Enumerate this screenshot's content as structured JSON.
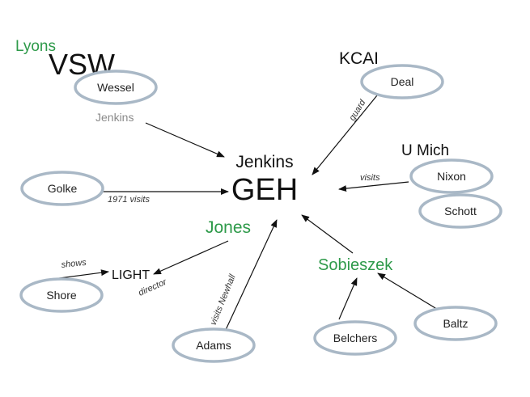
{
  "colors": {
    "green": "#2e9a4a",
    "gray": "#8a8a8a",
    "ellipse_stroke": "#a9b8c6",
    "edge": "#111111"
  },
  "center": {
    "name": "Jenkins",
    "org": "GEH"
  },
  "groups": {
    "lyons": "Lyons",
    "vsw": "VSW",
    "kcai": "KCAI",
    "umich": "U Mich",
    "jones": "Jones",
    "sobieszek": "Sobieszek",
    "light": "LIGHT"
  },
  "people": {
    "wessel": "Wessel",
    "jenkins_gray": "Jenkins",
    "deal": "Deal",
    "nixon": "Nixon",
    "schott": "Schott",
    "golke": "Golke",
    "shore": "Shore",
    "adams": "Adams",
    "belchers": "Belchers",
    "baltz": "Baltz"
  },
  "edge_labels": {
    "guard": "guard",
    "visits": "visits",
    "golke_visits": "1971 visits",
    "shows": "shows",
    "director": "director",
    "visits_newhall": "visits Newhall"
  }
}
